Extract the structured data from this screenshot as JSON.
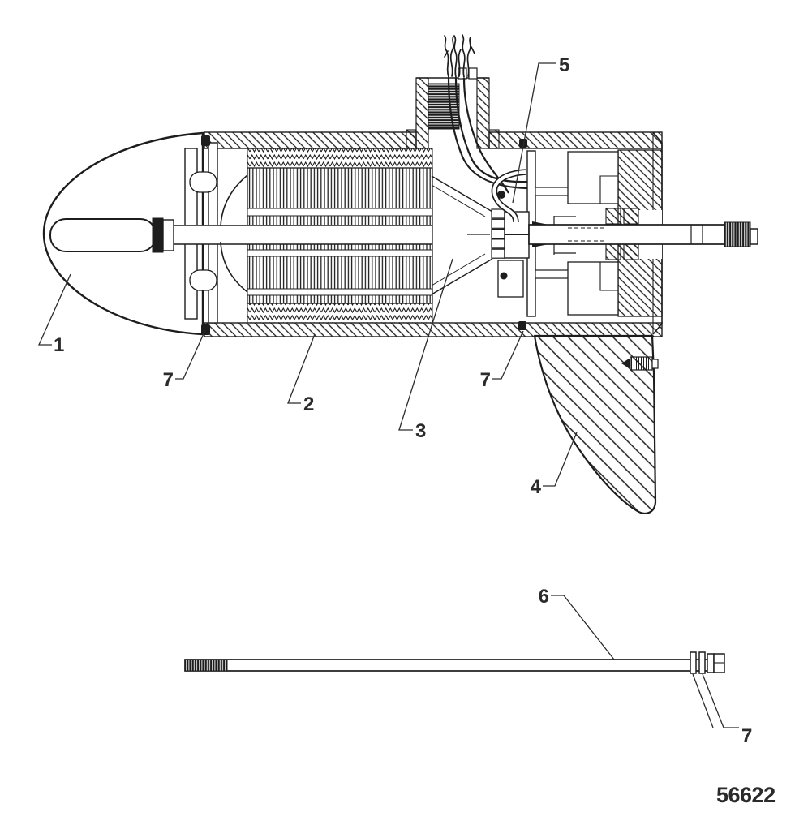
{
  "figure": {
    "part_number": "56622",
    "callouts": {
      "nose_cone": "1",
      "housing": "2",
      "armature": "3",
      "skeg": "4",
      "wiring": "5",
      "tie_bolt": "6",
      "seal_front": "7",
      "seal_rear": "7",
      "washers": "7"
    },
    "colors": {
      "line": "#1d1d1d",
      "label": "#2b2b2b",
      "background": "#ffffff"
    }
  }
}
